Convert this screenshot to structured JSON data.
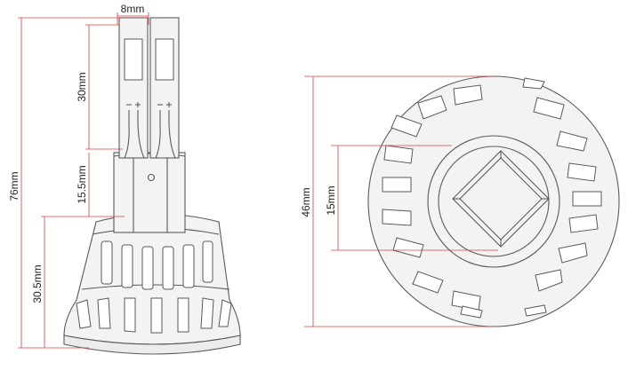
{
  "colors": {
    "outline": "#5a5a5a",
    "dimension_line": "#e03c3c",
    "background": "#ffffff",
    "body_fill": "#f3f3f3"
  },
  "dimensions": {
    "chip_width": "8mm",
    "chip_length": "30mm",
    "neck_length": "15.5mm",
    "total_length": "76mm",
    "base_height": "30.5mm",
    "outer_diameter": "46mm",
    "inner_diameter": "15mm"
  }
}
